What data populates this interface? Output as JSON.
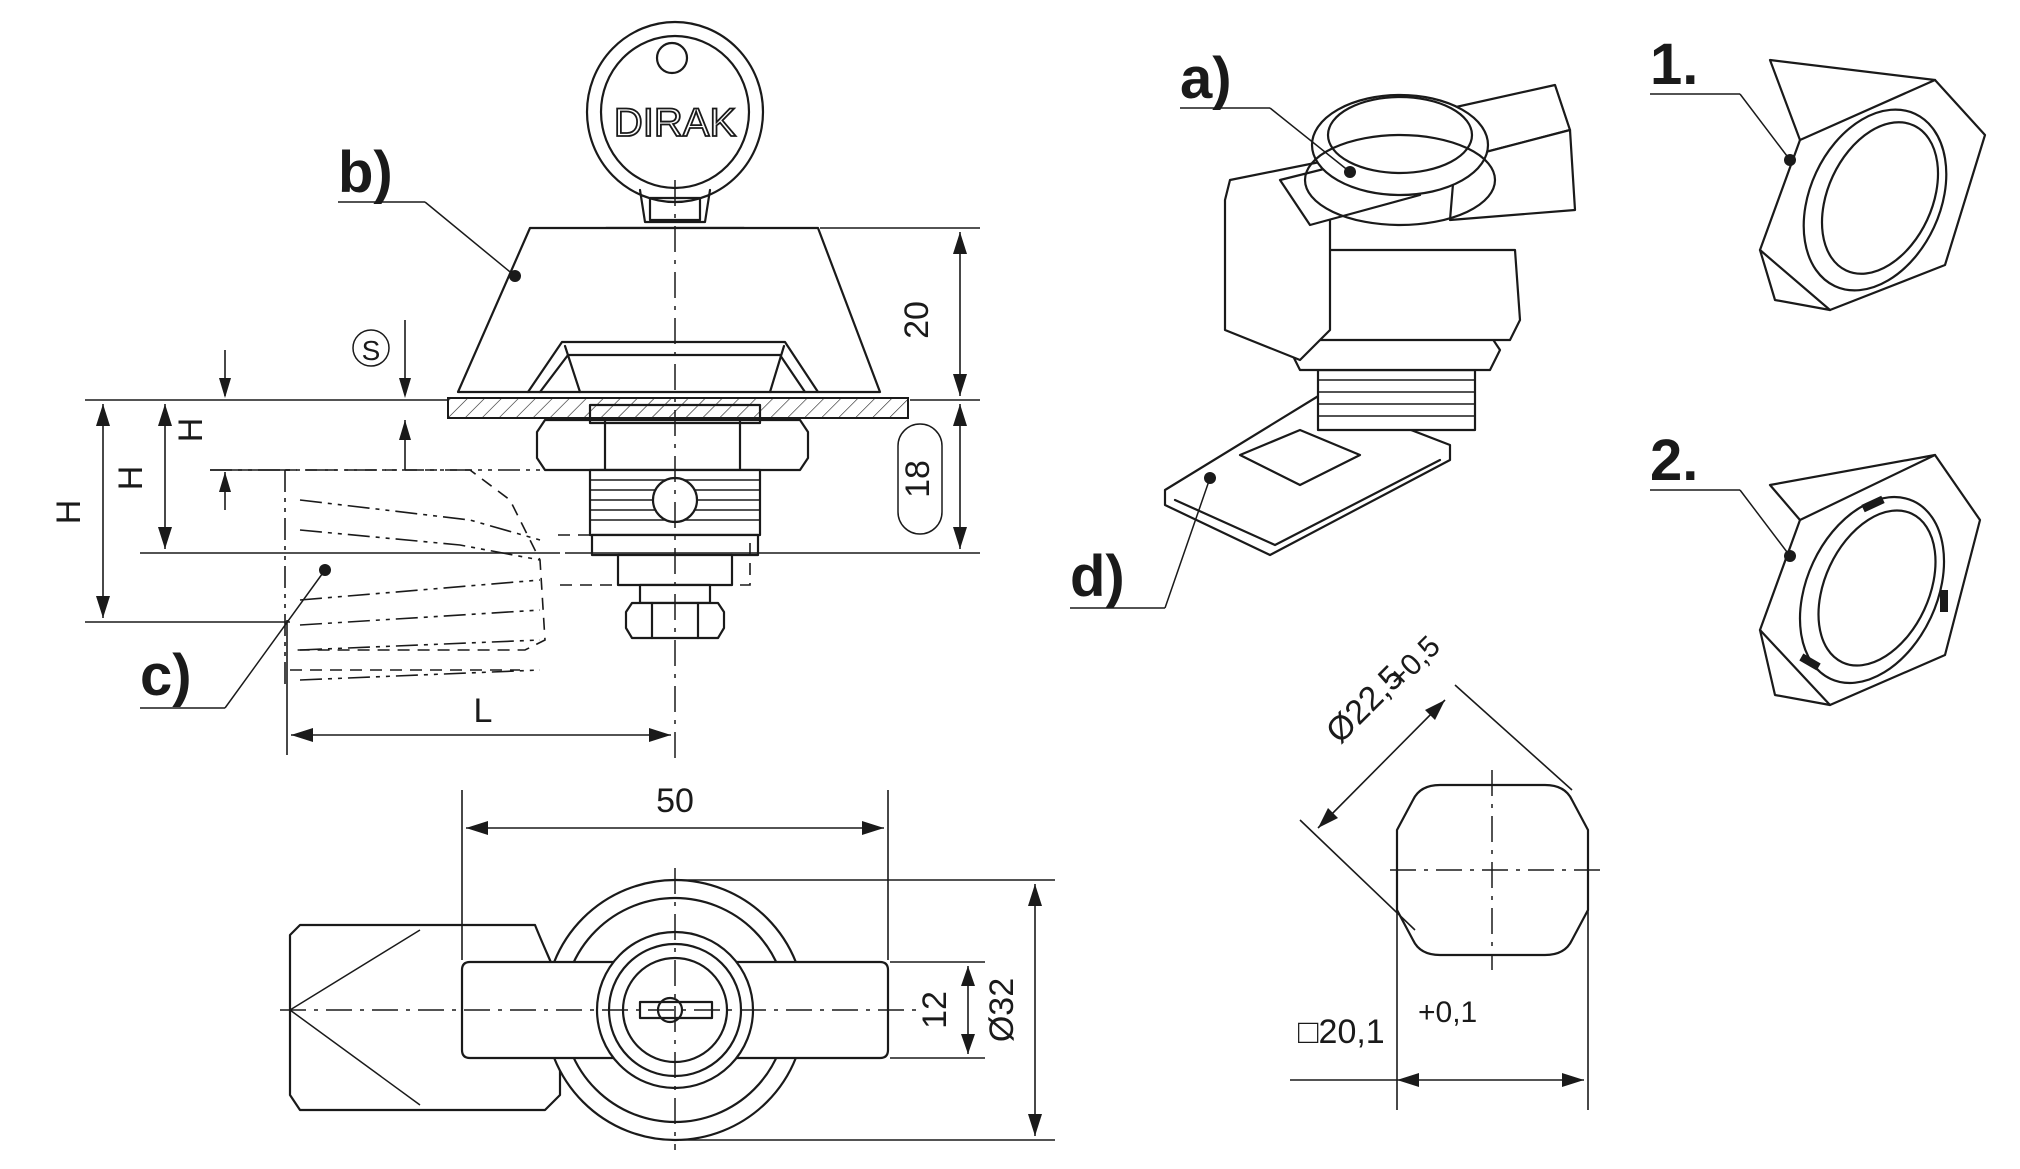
{
  "labels": {
    "a": "a)",
    "b": "b)",
    "c": "c)",
    "d": "d)",
    "nut1": "1.",
    "nut2": "2."
  },
  "key": {
    "brand": "DIRAK"
  },
  "dimensions": {
    "d20": "20",
    "d18": "18",
    "s": "S",
    "h1": "H",
    "h2": "H",
    "h3": "H",
    "l": "L",
    "d50": "50",
    "d12": "12",
    "d32": "Ø32",
    "cutout_diameter": "Ø22,5",
    "cutout_diameter_tol": "+0,5",
    "cutout_square": "□20,1",
    "cutout_square_tol": "+0,1"
  }
}
